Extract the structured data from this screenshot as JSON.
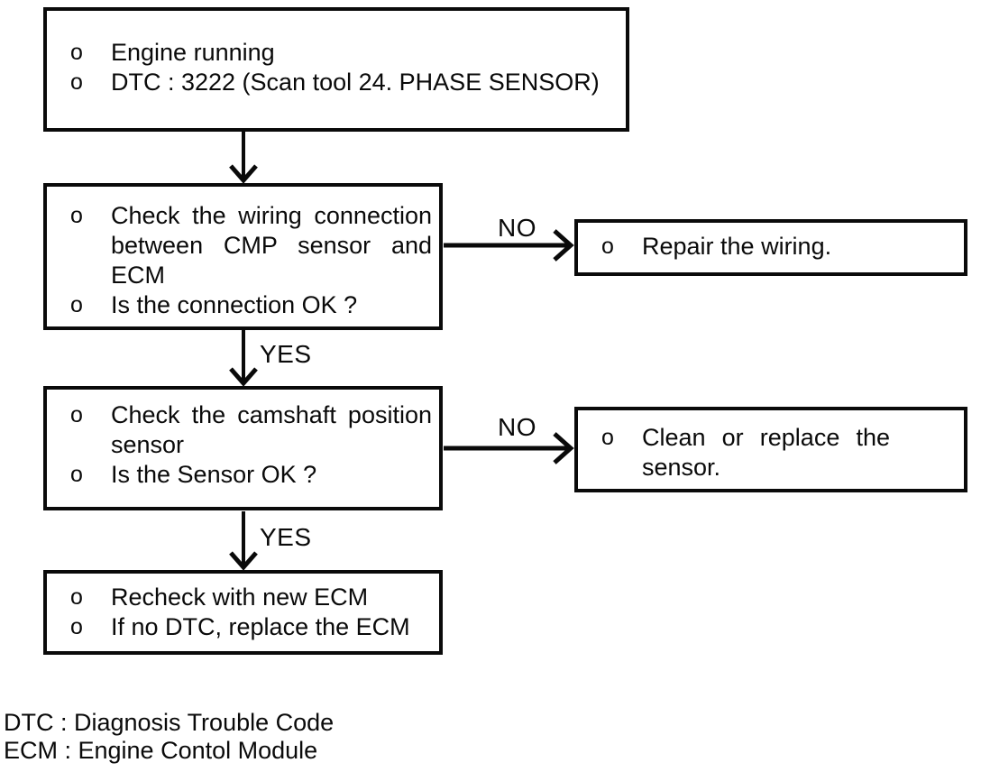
{
  "bullet": "o",
  "labels": {
    "yes": "YES",
    "no": "NO"
  },
  "boxes": {
    "start": {
      "items": [
        [
          "Engine running"
        ],
        [
          "DTC : 3222 (Scan tool 24. PHASE SENSOR)"
        ]
      ]
    },
    "check_wiring": {
      "items": [
        [
          "Check the wiring connection",
          "between CMP sensor and",
          "ECM"
        ],
        [
          "Is the connection OK ?"
        ]
      ]
    },
    "repair_wiring": {
      "items": [
        [
          "Repair the wiring."
        ]
      ]
    },
    "check_sensor": {
      "items": [
        [
          "Check the camshaft position",
          "sensor"
        ],
        [
          "Is the Sensor OK ?"
        ]
      ]
    },
    "clean_replace": {
      "items": [
        [
          "Clean or replace the",
          "sensor."
        ]
      ]
    },
    "recheck_ecm": {
      "items": [
        [
          "Recheck with new ECM"
        ],
        [
          "If no DTC, replace the ECM"
        ]
      ]
    }
  },
  "legend": [
    "DTC : Diagnosis Trouble Code",
    "ECM : Engine Contol Module"
  ]
}
